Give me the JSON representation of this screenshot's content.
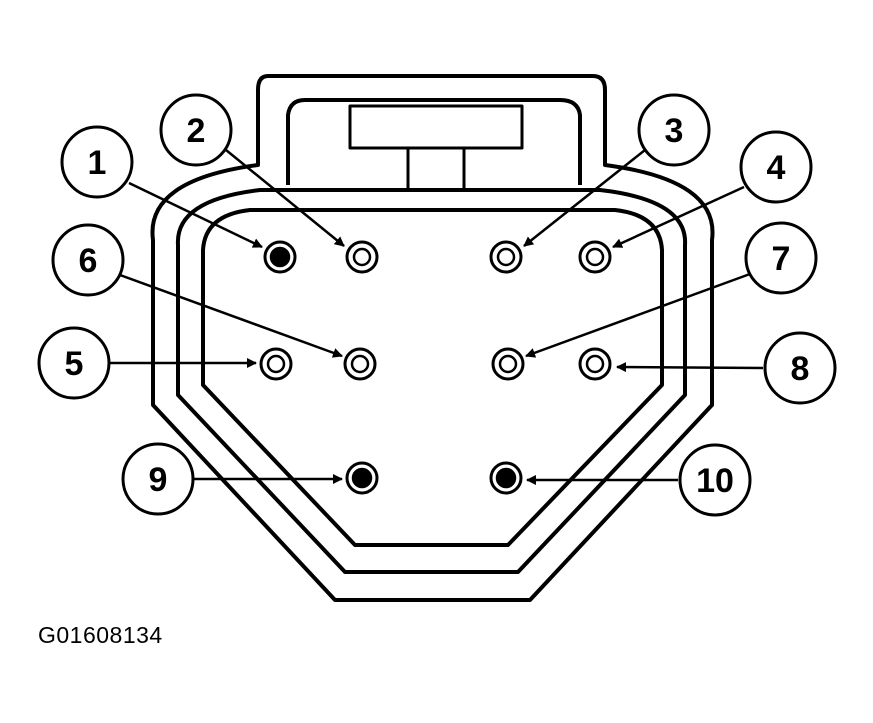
{
  "figure_id": "G01608134",
  "pins": [
    {
      "number": "1",
      "filled": true
    },
    {
      "number": "2",
      "filled": false
    },
    {
      "number": "3",
      "filled": false
    },
    {
      "number": "4",
      "filled": false
    },
    {
      "number": "5",
      "filled": false
    },
    {
      "number": "6",
      "filled": false
    },
    {
      "number": "7",
      "filled": false
    },
    {
      "number": "8",
      "filled": false
    },
    {
      "number": "9",
      "filled": true
    },
    {
      "number": "10",
      "filled": true
    }
  ]
}
